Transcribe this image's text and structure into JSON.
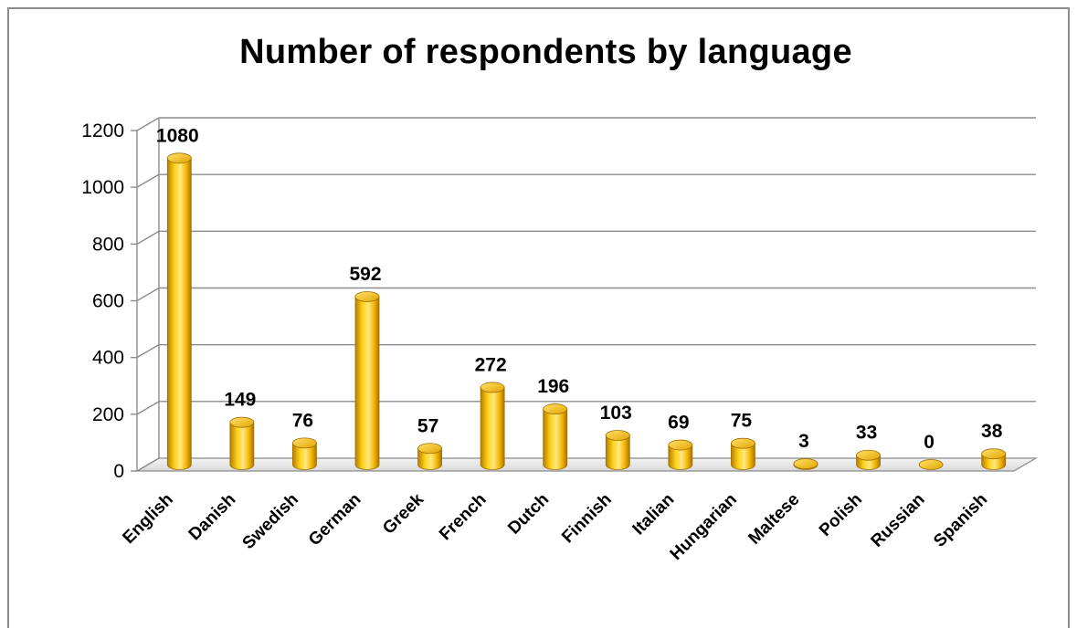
{
  "chart_data": {
    "type": "bar",
    "title": "Number of respondents by language",
    "categories": [
      "English",
      "Danish",
      "Swedish",
      "German",
      "Greek",
      "French",
      "Dutch",
      "Finnish",
      "Italian",
      "Hungarian",
      "Maltese",
      "Polish",
      "Russian",
      "Spanish"
    ],
    "values": [
      1080,
      149,
      76,
      592,
      57,
      272,
      196,
      103,
      69,
      75,
      3,
      33,
      0,
      38
    ],
    "data_labels": [
      "1080",
      "149",
      "76",
      "592",
      "57",
      "272",
      "196",
      "103",
      "69",
      "75",
      "3",
      "33",
      "0",
      "38"
    ],
    "y_ticks": [
      "0",
      "200",
      "400",
      "600",
      "800",
      "1000",
      "1200"
    ],
    "ylim": [
      0,
      1200
    ],
    "grid": true,
    "legend": "none",
    "style": "3d-cylinder",
    "bar_color": "#f2b800",
    "bar_highlight": "#ffe680",
    "bar_shadow": "#b07a00"
  }
}
